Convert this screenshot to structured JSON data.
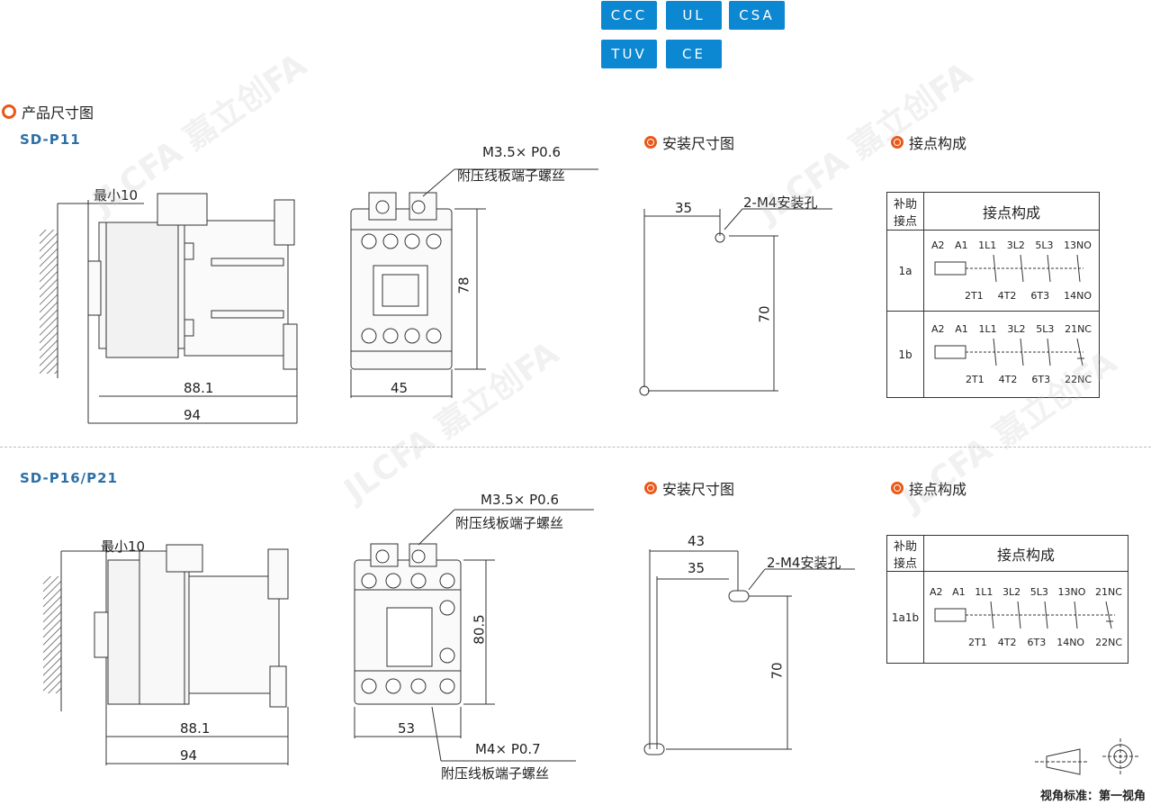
{
  "certifications": [
    "CCC",
    "UL",
    "CSA",
    "TUV",
    "CE"
  ],
  "section_title": "产品尺寸图",
  "models": [
    {
      "name": "SD-P11",
      "min_label": "最小10",
      "screw_label": "M3.5× P0.6",
      "screw_desc": "附压线板端子螺丝",
      "dims": {
        "w1": "88.1",
        "w2": "94",
        "front_w": "45",
        "front_h": "78"
      },
      "mount_title": "安装尺寸图",
      "mount": {
        "x": "35",
        "y": "70",
        "holes": "2-M4安装孔"
      },
      "contact_title": "接点构成",
      "table": {
        "head1": "补助\n接点",
        "head2": "接点构成",
        "rows": [
          {
            "label": "1a",
            "top": [
              "A2",
              "A1",
              "1L1",
              "3L2",
              "5L3",
              "13NO"
            ],
            "bot": [
              "2T1",
              "4T2",
              "6T3",
              "14NO"
            ]
          },
          {
            "label": "1b",
            "top": [
              "A2",
              "A1",
              "1L1",
              "3L2",
              "5L3",
              "21NC"
            ],
            "bot": [
              "2T1",
              "4T2",
              "6T3",
              "22NC"
            ]
          }
        ]
      }
    },
    {
      "name": "SD-P16/P21",
      "min_label": "最小10",
      "screw_label": "M3.5× P0.6",
      "screw_desc": "附压线板端子螺丝",
      "screw2_label": "M4× P0.7",
      "screw2_desc": "附压线板端子螺丝",
      "dims": {
        "w1": "88.1",
        "w2": "94",
        "front_w": "53",
        "front_h": "80.5"
      },
      "mount_title": "安装尺寸图",
      "mount": {
        "x1": "43",
        "x2": "35",
        "y": "70",
        "holes": "2-M4安装孔"
      },
      "contact_title": "接点构成",
      "table": {
        "head1": "补助\n接点",
        "head2": "接点构成",
        "rows": [
          {
            "label": "1a1b",
            "top": [
              "A2",
              "A1",
              "1L1",
              "3L2",
              "5L3",
              "13NO",
              "21NC"
            ],
            "bot": [
              "2T1",
              "4T2",
              "6T3",
              "14NO",
              "22NC"
            ]
          }
        ]
      }
    }
  ],
  "projection_label": "视角标准：第一视角",
  "watermark": "JLCFA 嘉立创FA"
}
